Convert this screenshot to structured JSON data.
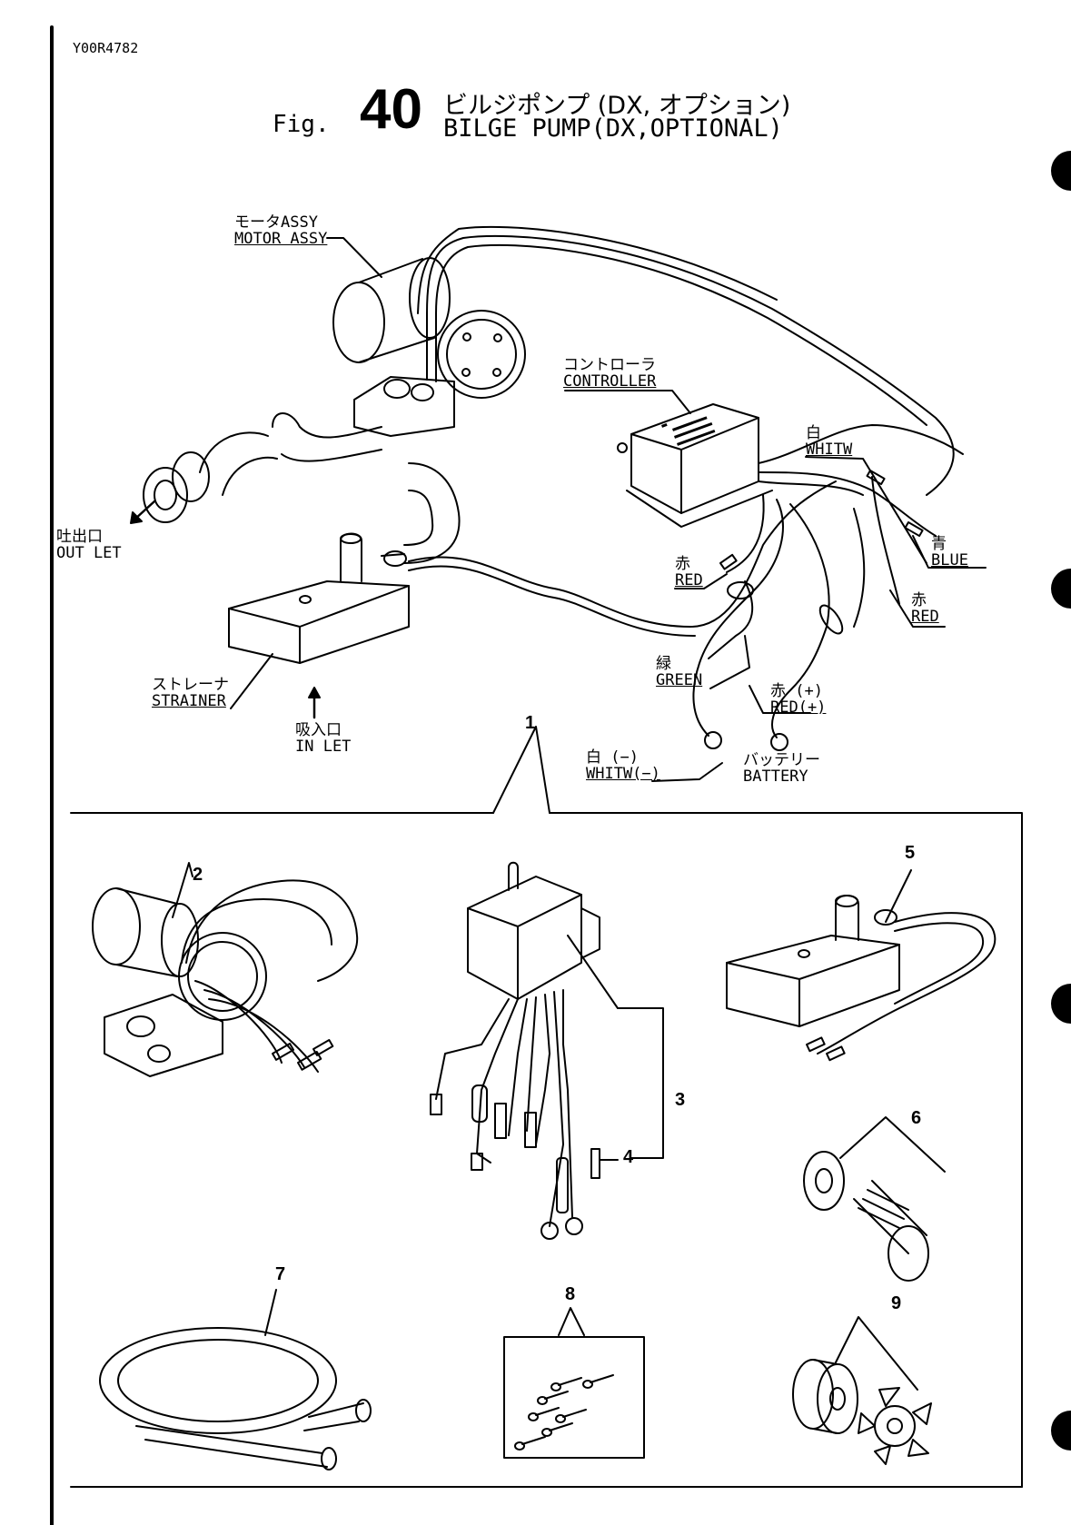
{
  "doc_code": "Y00R4782",
  "figure": {
    "prefix": "Fig.",
    "number": "40",
    "title_jp": "ビルジポンプ (DX, オプション)",
    "title_en": "BILGE PUMP(DX,OPTIONAL)"
  },
  "labels": {
    "motor": {
      "jp": "モータASSY",
      "en": "MOTOR ASSY"
    },
    "controller": {
      "jp": "コントローラ",
      "en": "CONTROLLER"
    },
    "outlet": {
      "jp": "吐出口",
      "en": "OUT LET"
    },
    "strainer": {
      "jp": "ストレーナ",
      "en": "STRAINER"
    },
    "inlet": {
      "jp": "吸入口",
      "en": "IN LET"
    },
    "white_top": {
      "jp": "白",
      "en": "WHITW"
    },
    "blue": {
      "jp": "青",
      "en": "BLUE"
    },
    "red_left": {
      "jp": "赤",
      "en": "RED"
    },
    "red_right": {
      "jp": "赤",
      "en": "RED"
    },
    "green": {
      "jp": "緑",
      "en": "GREEN"
    },
    "red_plus": {
      "jp": "赤 (+)",
      "en": "RED(+)"
    },
    "white_minus": {
      "jp": "白 (−)",
      "en": "WHITW(−)"
    },
    "battery": {
      "jp": "バッテリー",
      "en": "BATTERY"
    }
  },
  "callouts": [
    "1",
    "2",
    "3",
    "4",
    "5",
    "6",
    "7",
    "8",
    "9"
  ]
}
